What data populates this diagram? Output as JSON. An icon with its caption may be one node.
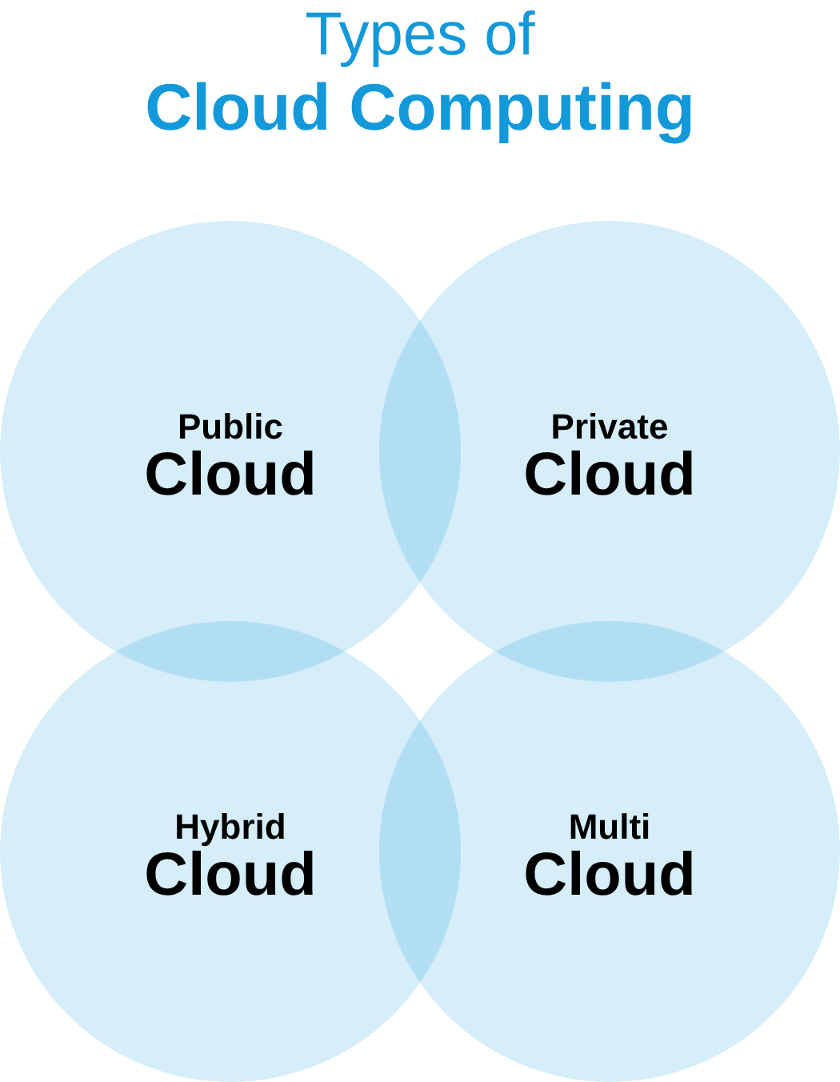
{
  "diagram": {
    "title": "Types of **Cloud Computing**",
    "nodes": [
      {
        "text": [
          "Public",
          "Cloud"
        ]
      },
      {
        "text": [
          "Private",
          "Cloud"
        ]
      },
      {
        "text": [
          "Hybrid",
          "Cloud"
        ]
      },
      {
        "text": [
          "Multi",
          "Cloud"
        ]
      }
    ]
  }
}
